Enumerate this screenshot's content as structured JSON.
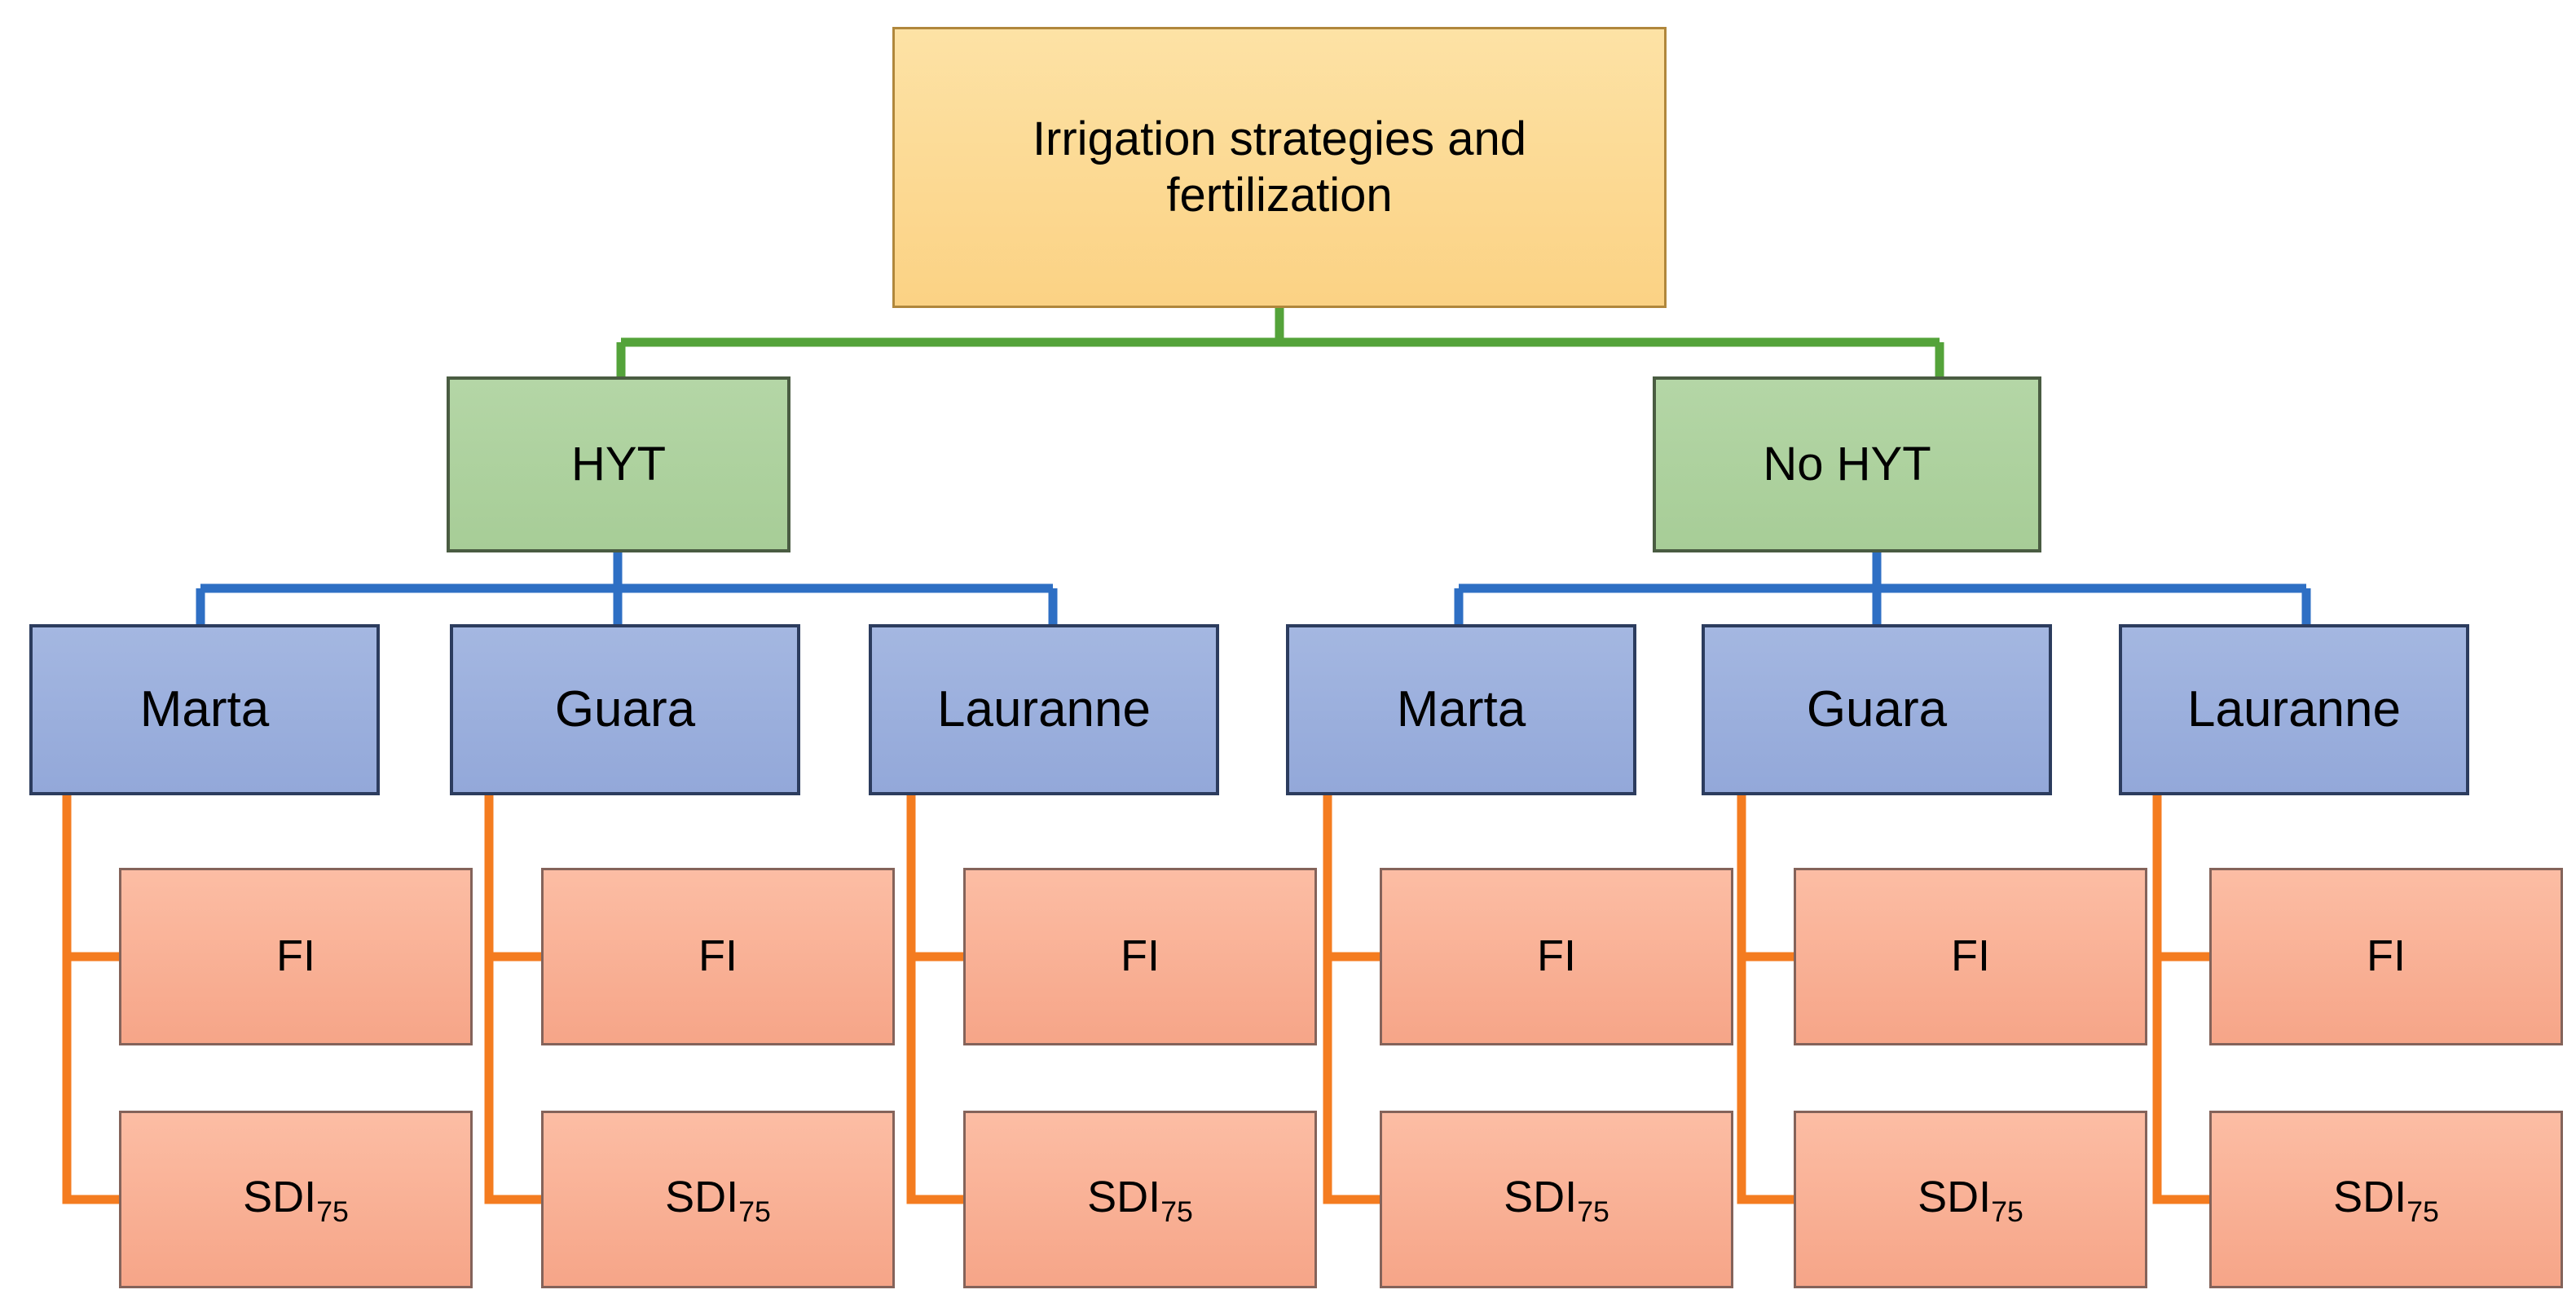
{
  "diagram": {
    "title": "Irrigation strategies and fertilization",
    "root": {
      "label_line1": "Irrigation strategies and",
      "label_line2": "fertilization"
    },
    "level2": [
      {
        "label": "HYT"
      },
      {
        "label": "No HYT"
      }
    ],
    "cultivars": [
      {
        "label": "Marta",
        "group": "HYT"
      },
      {
        "label": "Guara",
        "group": "HYT"
      },
      {
        "label": "Lauranne",
        "group": "HYT"
      },
      {
        "label": "Marta",
        "group": "No HYT"
      },
      {
        "label": "Guara",
        "group": "No HYT"
      },
      {
        "label": "Lauranne",
        "group": "No HYT"
      }
    ],
    "treatments": [
      {
        "fi": "FI",
        "sdi_base": "SDI",
        "sdi_sub": "75"
      },
      {
        "fi": "FI",
        "sdi_base": "SDI",
        "sdi_sub": "75"
      },
      {
        "fi": "FI",
        "sdi_base": "SDI",
        "sdi_sub": "75"
      },
      {
        "fi": "FI",
        "sdi_base": "SDI",
        "sdi_sub": "75"
      },
      {
        "fi": "FI",
        "sdi_base": "SDI",
        "sdi_sub": "75"
      },
      {
        "fi": "FI",
        "sdi_base": "SDI",
        "sdi_sub": "75"
      }
    ],
    "colors": {
      "root_fill": "#fbd284",
      "root_border": "#b0873c",
      "level2_fill": "#aed29f",
      "level2_border": "#4a5c42",
      "cultivar_fill": "#9bb0de",
      "cultivar_border": "#2c3c5e",
      "treatment_fill": "#f9af91",
      "treatment_border": "#84635a",
      "connector_green": "#54a33a",
      "connector_blue": "#2e6fc4",
      "connector_orange": "#f47c20",
      "background": "#ffffff"
    }
  }
}
